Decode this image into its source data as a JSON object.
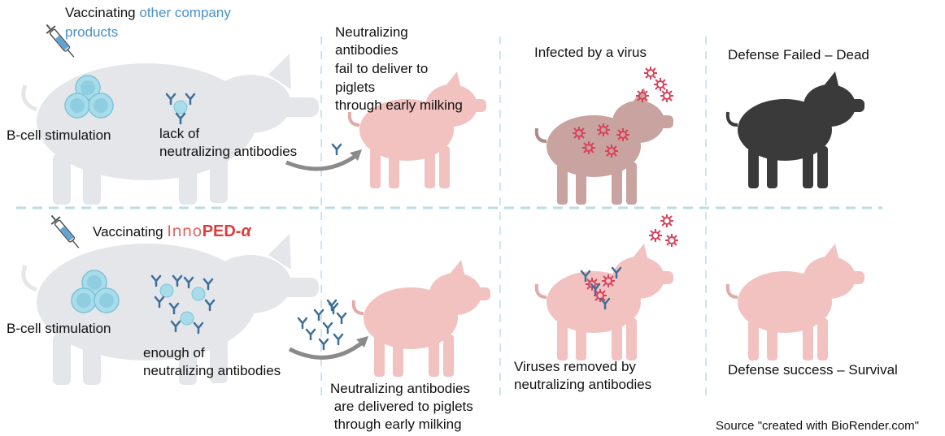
{
  "top_row": {
    "vaccine_prefix": "Vaccinating",
    "vaccine_product_line1": "other company",
    "vaccine_product_line2": "products",
    "bcell_label": "B-cell  stimulation",
    "antibody_line1": "lack of",
    "antibody_line2": "neutralizing antibodies",
    "milk_line1": "Neutralizing",
    "milk_line2": "antibodies",
    "milk_line3": "fail to deliver to",
    "milk_line4": "piglets",
    "milk_line5": "through early milking",
    "infection_label": "Infected by a virus",
    "outcome_label": "Defense Failed – Dead"
  },
  "bottom_row": {
    "vaccine_prefix": "Vaccinating",
    "brand_inno": "Inno",
    "brand_ped": "PED-",
    "brand_alpha": "α",
    "bcell_label": "B-cell  stimulation",
    "antibody_line1": "enough of",
    "antibody_line2": "neutralizing antibodies",
    "milk_line1": "Neutralizing antibodies",
    "milk_line2": " are delivered to piglets",
    "milk_line3": " through early milking",
    "removal_line1": "Viruses removed by",
    "removal_line2": "neutralizing antibodies",
    "outcome_label": "Defense success – Survival"
  },
  "source_note": "Source  \"created with BioRender.com\"",
  "colors": {
    "sow": "#e4e6ea",
    "piglet_pink": "#f1c2c0",
    "piglet_pink_dark": "#e3a9a7",
    "piglet_infected": "#c9a3a0",
    "piglet_dead": "#3a3a3a",
    "bcell": "#a9dcea",
    "divider": "#b9dde6",
    "virus": "#d8435a",
    "antibody": "#3b6f9a",
    "brand_red": "#e03a3a",
    "accent_blue": "#4a90c8"
  },
  "icons": [
    "syringe-icon",
    "virus-icon",
    "antibody-icon",
    "arrow-icon"
  ]
}
